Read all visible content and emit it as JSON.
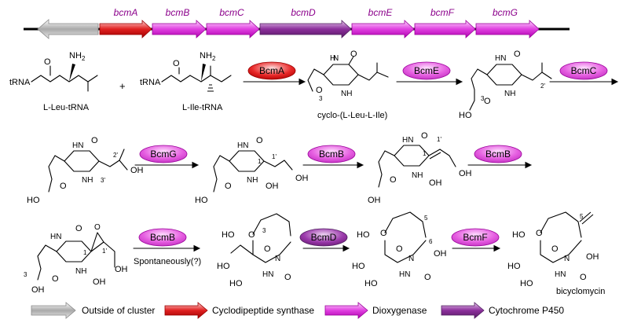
{
  "genes": [
    {
      "label": "",
      "type": "outside"
    },
    {
      "label": "bcmA",
      "type": "synthase"
    },
    {
      "label": "bcmB",
      "type": "dioxygenase"
    },
    {
      "label": "bcmC",
      "type": "dioxygenase"
    },
    {
      "label": "bcmD",
      "type": "p450"
    },
    {
      "label": "bcmE",
      "type": "dioxygenase"
    },
    {
      "label": "bcmF",
      "type": "dioxygenase"
    },
    {
      "label": "bcmG",
      "type": "dioxygenase"
    }
  ],
  "colors": {
    "outside": "#b8b8b8",
    "synthase": "#e02020",
    "dioxygenase": "#e040e0",
    "p450": "#8b2f9b",
    "enzyme_fill": "#e55de0",
    "gene_label": "#8b008b"
  },
  "molecules": {
    "leu_trna": "L-Leu-tRNA",
    "ile_trna": "L-Ile-tRNA",
    "cyclo": "cyclo-(L-Leu-L-Ile)",
    "final": "bicyclomycin"
  },
  "enzymes": {
    "step1": "BcmA",
    "step2": "BcmE",
    "step3": "BcmC",
    "step4": "BcmG",
    "step5": "BcmB",
    "step6": "BcmB",
    "step7": "BcmB",
    "step8": "BcmD",
    "step9": "BcmF"
  },
  "notes": {
    "spontaneous": "Spontaneously(?)",
    "plus": "+"
  },
  "legend": [
    {
      "label": "Outside of cluster",
      "type": "outside"
    },
    {
      "label": "Cyclodipeptide synthase",
      "type": "synthase"
    },
    {
      "label": "Dioxygenase",
      "type": "dioxygenase"
    },
    {
      "label": "Cytochrome P450",
      "type": "p450"
    }
  ]
}
